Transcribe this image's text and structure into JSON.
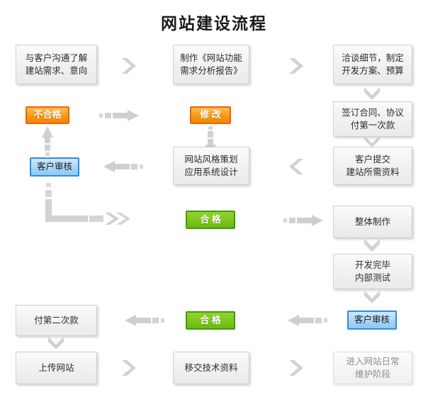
{
  "page": {
    "title": "网站建设流程",
    "background": "#ffffff"
  },
  "colors": {
    "grey_fill": "#f2f2f2",
    "grey_border": "#cfcfcf",
    "orange_fill": "#f79a16",
    "orange_border": "#f4600a",
    "green_fill": "#7cc61e",
    "green_border": "#3f9c0d",
    "blue_fill": "#a9d6f6",
    "blue_border": "#2a8ee0",
    "arrow_grey": "#cccccc",
    "text_dark": "#2b2b2b",
    "text_faded": "#8d8d8d"
  },
  "nodes": {
    "n1": {
      "label": "与客户沟通了解\n建站需求、意向",
      "type": "process",
      "column": "left",
      "row": 1
    },
    "n2": {
      "label": "制作《网站功能\n需求分析报告》",
      "type": "process",
      "column": "center",
      "row": 1
    },
    "n3": {
      "label": "洽谈细节，制定\n开发方案、预算",
      "type": "process",
      "column": "right",
      "row": 1
    },
    "n4": {
      "label": "签订合同、协议\n付第一次款",
      "type": "process",
      "column": "right",
      "row": 2
    },
    "n5": {
      "label": "不合格",
      "type": "decision-fail",
      "column": "left",
      "row": 2
    },
    "n6": {
      "label": "修  改",
      "type": "decision-fail",
      "column": "center",
      "row": 2
    },
    "n7": {
      "label": "客户审核",
      "type": "review",
      "column": "left",
      "row": 3
    },
    "n8": {
      "label": "网站风格策划\n应用系统设计",
      "type": "process",
      "column": "center",
      "row": 3
    },
    "n9": {
      "label": "客户提交\n建站所需资料",
      "type": "process",
      "column": "right",
      "row": 3
    },
    "n10": {
      "label": "合  格",
      "type": "decision-pass",
      "column": "center",
      "row": 4
    },
    "n11": {
      "label": "整体制作",
      "type": "process",
      "column": "right",
      "row": 4
    },
    "n12": {
      "label": "开发完毕\n内部测试",
      "type": "process",
      "column": "right",
      "row": 5
    },
    "n13": {
      "label": "客户审核",
      "type": "review",
      "column": "right",
      "row": 6
    },
    "n14": {
      "label": "合  格",
      "type": "decision-pass",
      "column": "center",
      "row": 6
    },
    "n15": {
      "label": "付第二次款",
      "type": "process",
      "column": "left",
      "row": 6
    },
    "n16": {
      "label": "上传网站",
      "type": "process",
      "column": "left",
      "row": 7
    },
    "n17": {
      "label": "移交技术资料",
      "type": "process",
      "column": "center",
      "row": 7
    },
    "n18": {
      "label": "进入网站日常\n维护阶段",
      "type": "process-faded",
      "column": "right",
      "row": 7
    }
  },
  "connectors": [
    {
      "name": "n1-to-n2",
      "from": "n1",
      "to": "n2",
      "direction": "right",
      "style": "chevron"
    },
    {
      "name": "n2-to-n3",
      "from": "n2",
      "to": "n3",
      "direction": "right",
      "style": "chevron"
    },
    {
      "name": "n3-to-n4",
      "from": "n3",
      "to": "n4",
      "direction": "down",
      "style": "chevron"
    },
    {
      "name": "n4-to-n9",
      "from": "n4",
      "to": "n9",
      "direction": "down",
      "style": "chevron"
    },
    {
      "name": "n5-to-n6",
      "from": "n5",
      "to": "n6",
      "direction": "right",
      "style": "dashed-arrow"
    },
    {
      "name": "n7-to-n5",
      "from": "n7",
      "to": "n5",
      "direction": "up",
      "style": "dashed-arrow"
    },
    {
      "name": "n6-to-n8",
      "from": "n6",
      "to": "n8",
      "direction": "down",
      "style": "dashed-arrow"
    },
    {
      "name": "n8-to-n7",
      "from": "n8",
      "to": "n7",
      "direction": "left",
      "style": "dashed-arrow"
    },
    {
      "name": "n9-to-n8",
      "from": "n9",
      "to": "n8",
      "direction": "left",
      "style": "chevron"
    },
    {
      "name": "n7-to-n10",
      "from": "n7",
      "to": "n10",
      "direction": "elbow-down-right",
      "style": "elbow"
    },
    {
      "name": "n10-to-n11",
      "from": "n10",
      "to": "n11",
      "direction": "right",
      "style": "dashed-arrow"
    },
    {
      "name": "n11-to-n12",
      "from": "n11",
      "to": "n12",
      "direction": "down",
      "style": "chevron"
    },
    {
      "name": "n12-to-n13",
      "from": "n12",
      "to": "n13",
      "direction": "down",
      "style": "chevron"
    },
    {
      "name": "n13-to-n14",
      "from": "n13",
      "to": "n14",
      "direction": "left",
      "style": "dashed-arrow"
    },
    {
      "name": "n14-to-n15",
      "from": "n14",
      "to": "n15",
      "direction": "left",
      "style": "dashed-arrow"
    },
    {
      "name": "n15-to-n16",
      "from": "n15",
      "to": "n16",
      "direction": "down",
      "style": "chevron"
    },
    {
      "name": "n16-to-n17",
      "from": "n16",
      "to": "n17",
      "direction": "right",
      "style": "chevron"
    },
    {
      "name": "n17-to-n18",
      "from": "n17",
      "to": "n18",
      "direction": "right",
      "style": "chevron"
    }
  ]
}
